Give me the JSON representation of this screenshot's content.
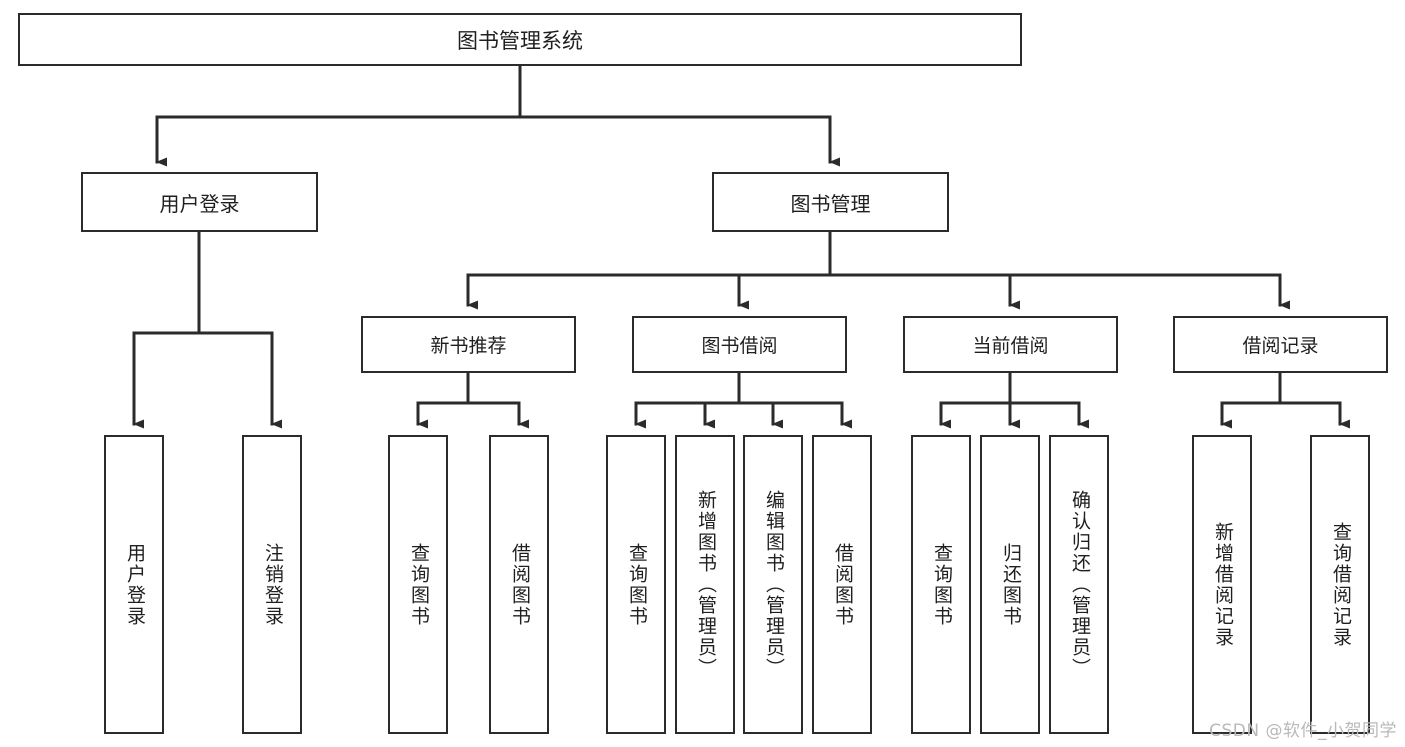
{
  "diagram": {
    "title": "图书管理系统",
    "type": "tree",
    "colors": {
      "box_border": "#2b2b2b",
      "box_fill": "#ffffff",
      "connector": "#2b2b2b",
      "background": "#ffffff",
      "watermark": "#b9b9b9"
    },
    "root": {
      "label": "图书管理系统"
    },
    "level2": [
      {
        "label": "用户登录"
      },
      {
        "label": "图书管理"
      }
    ],
    "level3": [
      {
        "label": "新书推荐"
      },
      {
        "label": "图书借阅"
      },
      {
        "label": "当前借阅"
      },
      {
        "label": "借阅记录"
      }
    ],
    "leaves": [
      {
        "label": "用户登录",
        "parent": "用户登录"
      },
      {
        "label": "注销登录",
        "parent": "用户登录"
      },
      {
        "label": "查询图书",
        "parent": "新书推荐"
      },
      {
        "label": "借阅图书",
        "parent": "新书推荐"
      },
      {
        "label": "查询图书",
        "parent": "图书借阅"
      },
      {
        "label": "新增图书（管理员）",
        "parent": "图书借阅"
      },
      {
        "label": "编辑图书（管理员）",
        "parent": "图书借阅"
      },
      {
        "label": "借阅图书",
        "parent": "图书借阅"
      },
      {
        "label": "查询图书",
        "parent": "当前借阅"
      },
      {
        "label": "归还图书",
        "parent": "当前借阅"
      },
      {
        "label": "确认归还（管理员）",
        "parent": "当前借阅"
      },
      {
        "label": "新增借阅记录",
        "parent": "借阅记录"
      },
      {
        "label": "查询借阅记录",
        "parent": "借阅记录"
      }
    ]
  },
  "watermark": {
    "text": "CSDN @软件_小贺同学"
  }
}
